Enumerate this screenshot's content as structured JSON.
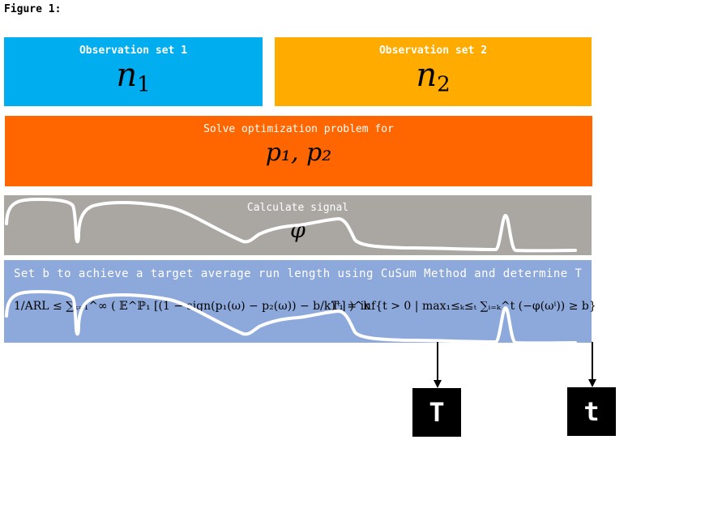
{
  "figure_label": "Figure 1:",
  "observation_1": {
    "heading": "Observation set 1",
    "var": "n",
    "sub": "1"
  },
  "observation_2": {
    "heading": "Observation set 2",
    "var": "n",
    "sub": "2"
  },
  "optimization": {
    "heading": "Solve optimization problem for",
    "math": "p₁, p₂"
  },
  "signal": {
    "heading": "Calculate signal",
    "math": "φ"
  },
  "cusum": {
    "heading": "Set b to achieve a target average run length using CuSum Method and determine T",
    "arl_formula": "1/ARL ≤ ∑ₖ₌₁^∞ ( 𝔼^ℙ₁ [(1 − sign(p₁(ω) − p₂(ω)) − b/k)⁺] )^k",
    "stopping_formula": "T₁ = inf{t > 0 | max₁≤ₖ≤ₜ ∑ᵢ₌ₖ^t (−φ(ωⁱ)) ≥ b}"
  },
  "outputs": {
    "T_label": "T",
    "t_label": "t"
  }
}
